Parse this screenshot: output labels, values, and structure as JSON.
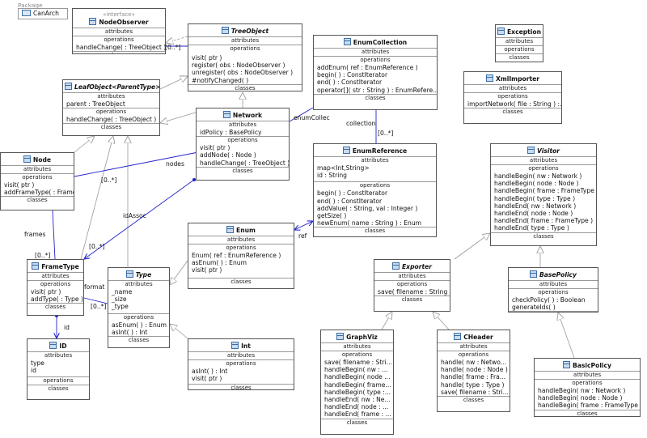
{
  "package": {
    "tab": "Package",
    "name": "CanArch"
  },
  "sections": {
    "attributes": "attributes",
    "operations": "operations",
    "classes": "classes"
  },
  "classes": {
    "node_observer": {
      "stereotype": "«interface»",
      "name": "NodeObserver",
      "attributes": [],
      "operations": [
        "handleChange(  : TreeObject )"
      ]
    },
    "tree_object": {
      "name": "TreeObject",
      "attributes": [],
      "operations": [
        "visit( ptr )",
        "register( obs : NodeObserver )",
        "unregister( obs : NodeObserver )",
        "#notifyChanged(  )"
      ]
    },
    "enum_collection": {
      "name": "EnumCollection",
      "attributes": [],
      "operations": [
        "addEnum( ref : EnumReference )",
        "begin(  ) : ConstIterator",
        "end(  ) : ConstIterator",
        "operator[]( str : String ) : EnumRefere..."
      ]
    },
    "exception": {
      "name": "Exception",
      "attributes": [],
      "operations": []
    },
    "xml_importer": {
      "name": "XmlImporter",
      "attributes": [],
      "operations": [
        "importNetwork( file : String ) :..."
      ]
    },
    "leaf_object": {
      "name": "LeafObject<ParentType>",
      "attributes": [
        "parent : TreeObject"
      ],
      "operations": [
        "handleChange(  : TreeObject )"
      ]
    },
    "network": {
      "name": "Network",
      "attributes": [
        "idPolicy : BasePolicy"
      ],
      "operations": [
        "visit( ptr )",
        "addNode(  : Node )",
        "handleChange(  : TreeObject )"
      ]
    },
    "node": {
      "name": "Node",
      "attributes": [],
      "operations": [
        "visit( ptr )",
        "addFrameType(  : FrameType )"
      ]
    },
    "enum_reference": {
      "name": "EnumReference",
      "attributes": [
        "map<Int,String>",
        "id : String"
      ],
      "operations": [
        "begin(  ) : ConstIterator",
        "end(  ) : ConstIterator",
        "addValue(  : String, val : Integer )",
        "getSize(  )",
        "newEnum( name : String ) : Enum"
      ]
    },
    "visitor": {
      "name": "Visitor",
      "attributes": [],
      "operations": [
        "handleBegin(  nw : Network )",
        "handleBegin(  node : Node )",
        "handleBegin(  frame : FrameType )",
        "handleBegin(  type : Type )",
        "handleEnd(  nw : Network )",
        "handleEnd(  node : Node )",
        "handleEnd(  frame : FrameType )",
        "handleEnd(  type : Type )"
      ]
    },
    "enum": {
      "name": "Enum",
      "attributes": [],
      "operations": [
        "Enum(  ref : EnumReference )",
        "asEnum(  ) : Enum",
        "visit( ptr )"
      ]
    },
    "frame_type": {
      "name": "FrameType",
      "attributes": [],
      "operations": [
        "visit( ptr )",
        "addType(  : Type )"
      ]
    },
    "type": {
      "name": "Type",
      "attributes": [
        "_name",
        "_size",
        "_type"
      ],
      "operations": [
        "asEnum(  ) : Enum",
        "asInt(  ) : Int"
      ]
    },
    "exporter": {
      "name": "Exporter",
      "attributes": [],
      "operations": [
        "save(  filename : String )"
      ]
    },
    "base_policy": {
      "name": "BasePolicy",
      "attributes": [],
      "operations": [
        "checkPolicy(  ) : Boolean",
        "generateIds(  )"
      ]
    },
    "id": {
      "name": "ID",
      "attributes": [
        "type",
        "id"
      ],
      "operations": []
    },
    "int": {
      "name": "Int",
      "attributes": [],
      "operations": [
        "asInt(  ) : Int",
        "visit( ptr )"
      ]
    },
    "graphviz": {
      "name": "GraphViz",
      "attributes": [],
      "operations": [
        "save(  filename : Stri...",
        " handleBegin(  nw : ...",
        "handleBegin(  node ...",
        "handleBegin(  frame...",
        "handleBegin(  type :...",
        "handleEnd(  nw : Ne...",
        "handleEnd(  node : ...",
        "handleEnd(  frame : ..."
      ]
    },
    "cheader": {
      "name": "CHeader",
      "attributes": [],
      "operations": [
        "handle(  nw : Netwo...",
        "handle(  node : Node )",
        "handle(  frame : Fra...",
        "handle(  type : Type )",
        "save(  filename : Stri..."
      ]
    },
    "basic_policy": {
      "name": "BasicPolicy",
      "attributes": [],
      "operations": [
        "handleBegin(  nw : Network )",
        "handleBegin(  node : Node )",
        "handleBegin(  frame : FrameType )"
      ]
    }
  },
  "labels": {
    "observer_mult": "[0..*]",
    "enumcollec": "enumCollec",
    "collection": "collection",
    "collection_mult": "[0..*]",
    "nodes": "nodes",
    "nodes_mult": "[0..*]",
    "idassoc": "idAssoc",
    "idassoc_mult": "[0..*]",
    "frames": "frames",
    "frames_mult": "[0..*]",
    "ref": "ref",
    "format": "format",
    "format_mult": "[0..*]",
    "id": "id"
  },
  "colors": {
    "association": "#2222cc",
    "generalization": "#999999",
    "border": "#555555",
    "icon": "#3b6ea5"
  }
}
